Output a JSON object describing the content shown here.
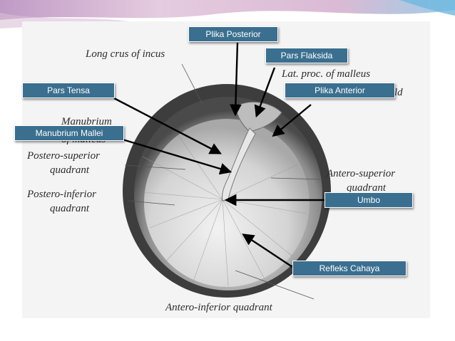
{
  "colors": {
    "callout_bg": "#3a6f8f",
    "callout_text": "#ffffff",
    "arrow": "#000000",
    "panel": "#f4f4f4",
    "banner": "#c9a4c8"
  },
  "callouts": {
    "plika_posterior": "Plika Posterior",
    "pars_flaksida": "Pars Flaksida",
    "pars_tensa": "Pars Tensa",
    "plika_anterior": "Plika Anterior",
    "manubrium_mallei": "Manubrium Mallei",
    "umbo": "Umbo",
    "refleks_cahaya": "Refleks Cahaya"
  },
  "diagram_labels": {
    "long_crus": "Long crus of incus",
    "lat_proc_line1": "Lat. proc. of malleus",
    "lat_proc_line2": "ld",
    "manubrium_line1": "Manubrium",
    "manubrium_line2": "of malleus",
    "postero_superior_line1": "Postero-superior",
    "postero_superior_line2": "quadrant",
    "postero_inferior_line1": "Postero-inferior",
    "postero_inferior_line2": "quadrant",
    "antero_superior_line1": "Antero-superior",
    "antero_superior_line2": "quadrant",
    "antero_inferior": "Antero-inferior quadrant"
  }
}
